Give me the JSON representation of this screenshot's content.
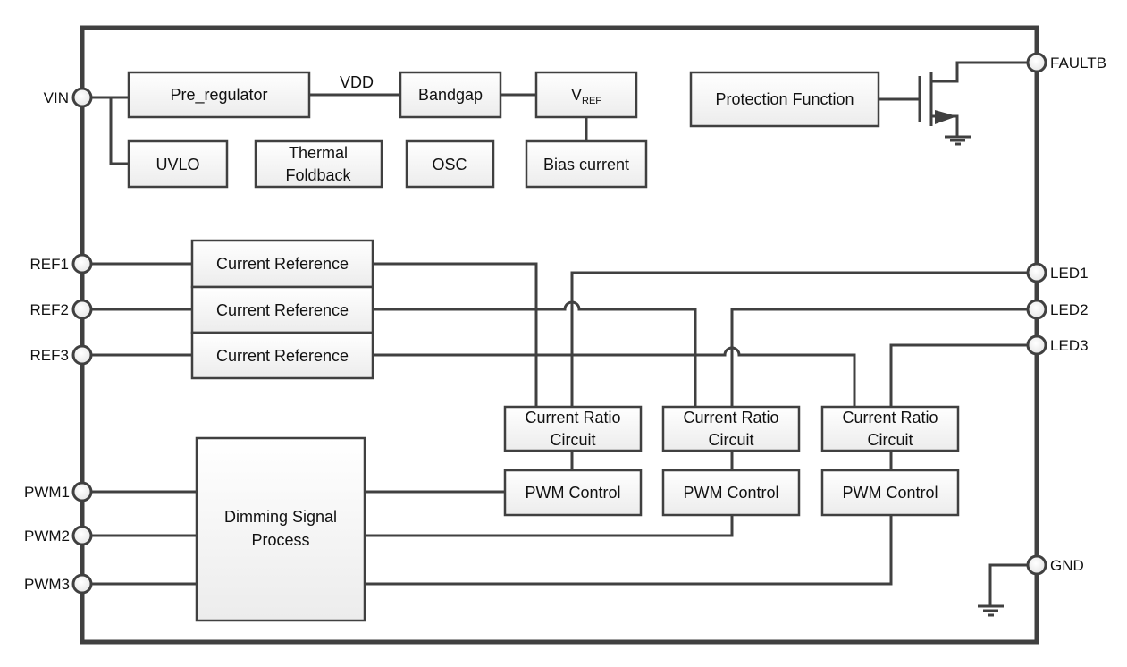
{
  "title": "LED driver functional block diagram",
  "pins": {
    "left": [
      {
        "id": "vin",
        "label": "VIN"
      },
      {
        "id": "ref1",
        "label": "REF1"
      },
      {
        "id": "ref2",
        "label": "REF2"
      },
      {
        "id": "ref3",
        "label": "REF3"
      },
      {
        "id": "pwm1",
        "label": "PWM1"
      },
      {
        "id": "pwm2",
        "label": "PWM2"
      },
      {
        "id": "pwm3",
        "label": "PWM3"
      }
    ],
    "right": [
      {
        "id": "faultb",
        "label": "FAULTB"
      },
      {
        "id": "led1",
        "label": "LED1"
      },
      {
        "id": "led2",
        "label": "LED2"
      },
      {
        "id": "led3",
        "label": "LED3"
      },
      {
        "id": "gnd",
        "label": "GND"
      }
    ]
  },
  "blocks": {
    "pre_regulator": "Pre_regulator",
    "uvlo": "UVLO",
    "thermal_line1": "Thermal",
    "thermal_line2": "Foldback",
    "bandgap": "Bandgap",
    "osc": "OSC",
    "vref_main": "V",
    "vref_sub": "REF",
    "bias_current": "Bias current",
    "protection": "Protection Function",
    "current_reference": [
      "Current Reference",
      "Current Reference",
      "Current Reference"
    ],
    "current_ratio_line1": [
      "Current Ratio",
      "Current Ratio",
      "Current Ratio"
    ],
    "current_ratio_line2": [
      "Circuit",
      "Circuit",
      "Circuit"
    ],
    "pwm_control": [
      "PWM Control",
      "PWM Control",
      "PWM Control"
    ],
    "dimming_line1": "Dimming Signal",
    "dimming_line2": "Process"
  },
  "net_labels": {
    "vdd": "VDD"
  }
}
